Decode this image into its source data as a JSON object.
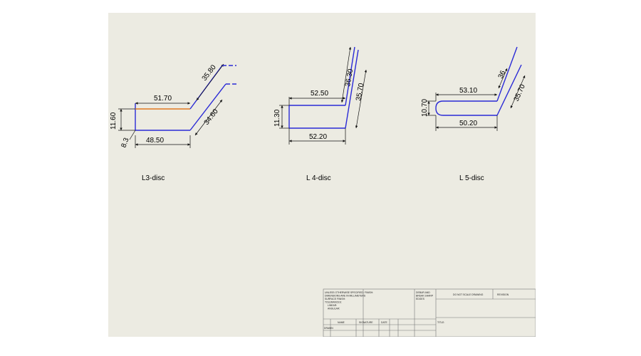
{
  "parts": [
    {
      "caption": "L3-disc",
      "dims": {
        "top_length": "51.70",
        "bottom_length": "48.50",
        "height": "11.60",
        "edge": "8.3",
        "arm_outer": "35.80",
        "arm_inner": "34.60"
      }
    },
    {
      "caption": "L 4-disc",
      "dims": {
        "top_length": "52.50",
        "bottom_length": "52.20",
        "height": "11.30",
        "arm_outer": "36.30",
        "arm_inner": "35.70"
      }
    },
    {
      "caption": "L 5-disc",
      "dims": {
        "top_length": "53.10",
        "bottom_length": "50.20",
        "height": "10.70",
        "arm_outer": "36",
        "arm_inner": "35.70"
      }
    }
  ],
  "title_block": {
    "notes": [
      "UNLESS OTHERWISE SPECIFIED:",
      "DIMENSIONS ARE IN MILLIMETERS",
      "SURFACE FINISH:",
      "TOLERANCES:",
      "LINEAR:",
      "ANGULAR:"
    ],
    "finish": "FINISH:",
    "deburr": [
      "DEBUR AND",
      "BREAK SHARP",
      "EDGES"
    ],
    "do_not_scale": "DO NOT SCALE DRAWING",
    "revision": "REVISION",
    "title": "TITLE:",
    "name": "NAME",
    "signature": "SIGNATURE",
    "date": "DATE",
    "drawn": "DRAWN"
  },
  "colors": {
    "sheet": "#ecebe2",
    "profile": "#2a2ad6",
    "highlight": "#e07820"
  }
}
